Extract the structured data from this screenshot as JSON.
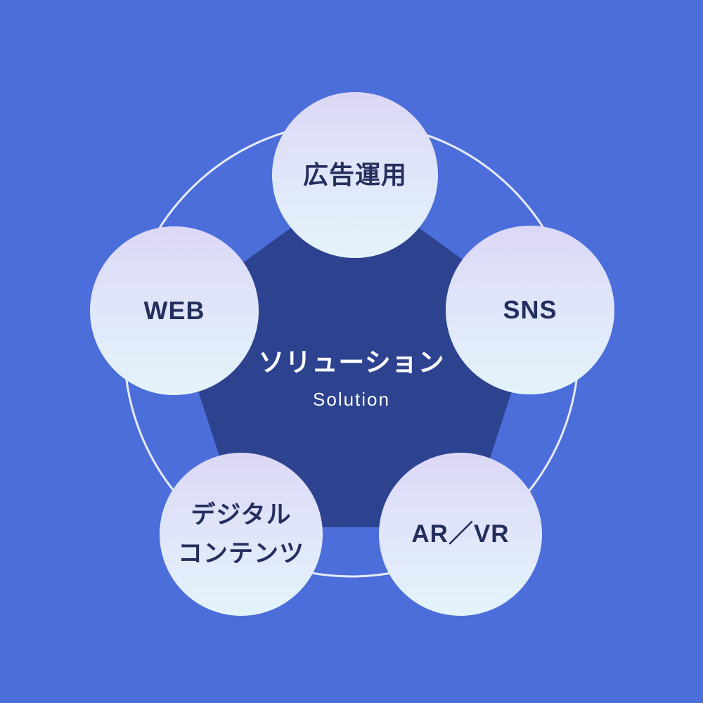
{
  "diagram": {
    "center": {
      "title": "ソリューション",
      "subtitle": "Solution"
    },
    "nodes": [
      {
        "id": "ad-operations",
        "lines": [
          "広告運用"
        ]
      },
      {
        "id": "web",
        "lines": [
          "WEB"
        ]
      },
      {
        "id": "sns",
        "lines": [
          "SNS"
        ]
      },
      {
        "id": "digital-contents",
        "lines": [
          "デジタル",
          "コンテンツ"
        ]
      },
      {
        "id": "ar-vr",
        "lines": [
          "AR／VR"
        ]
      }
    ],
    "colors": {
      "background": "#4c6edb",
      "pentagon": "#2d4390",
      "ring": "#e7eaf8",
      "circle_top": "#dcd8f7",
      "circle_bottom": "#e4f4fb",
      "node_text": "#242f5e",
      "center_text": "#ffffff"
    }
  }
}
